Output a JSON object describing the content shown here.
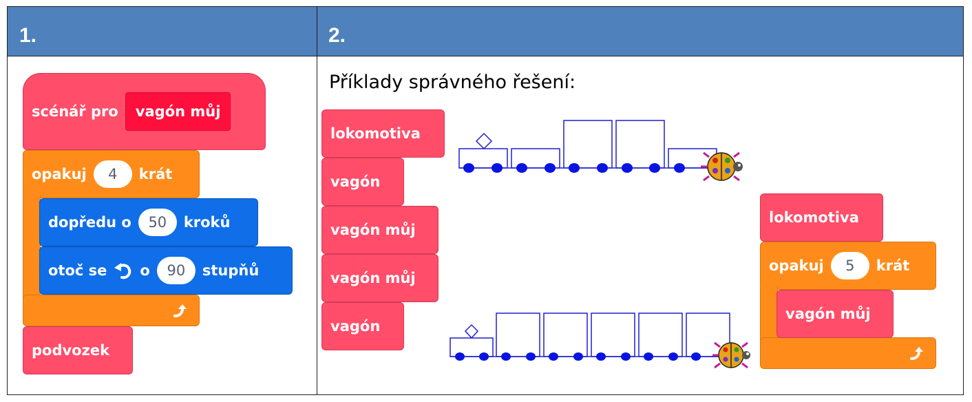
{
  "header": {
    "col1": "1.",
    "col2": "2."
  },
  "caption": "Příklady správného řešení:",
  "blocks": {
    "hat_label": "scénář pro",
    "hat_name": "vagón můj",
    "repeat_label": "opakuj",
    "repeat_count_1": "4",
    "times_label": "krát",
    "forward_label": "dopředu o",
    "forward_steps": "50",
    "steps_label": "kroků",
    "turn_label": "otoč se",
    "turn_o": "o",
    "turn_degrees": "90",
    "degrees_label": "stupňů",
    "chassis": "podvozek",
    "locomotive": "lokomotiva",
    "wagon": "vagón",
    "my_wagon": "vagón můj",
    "repeat_count_2": "5"
  },
  "colors": {
    "header": "#4f81bd",
    "pink": "#ff4d6a",
    "orange": "#ff8c1a",
    "blue": "#0f6ee8",
    "red_field": "#ff0f3c",
    "train_line": "#1f1fcf",
    "wheel": "#0a14e0"
  },
  "icons": [
    "turn-left-icon",
    "repeat-arrow-icon",
    "ladybug-icon",
    "diamond-lamp-icon"
  ]
}
